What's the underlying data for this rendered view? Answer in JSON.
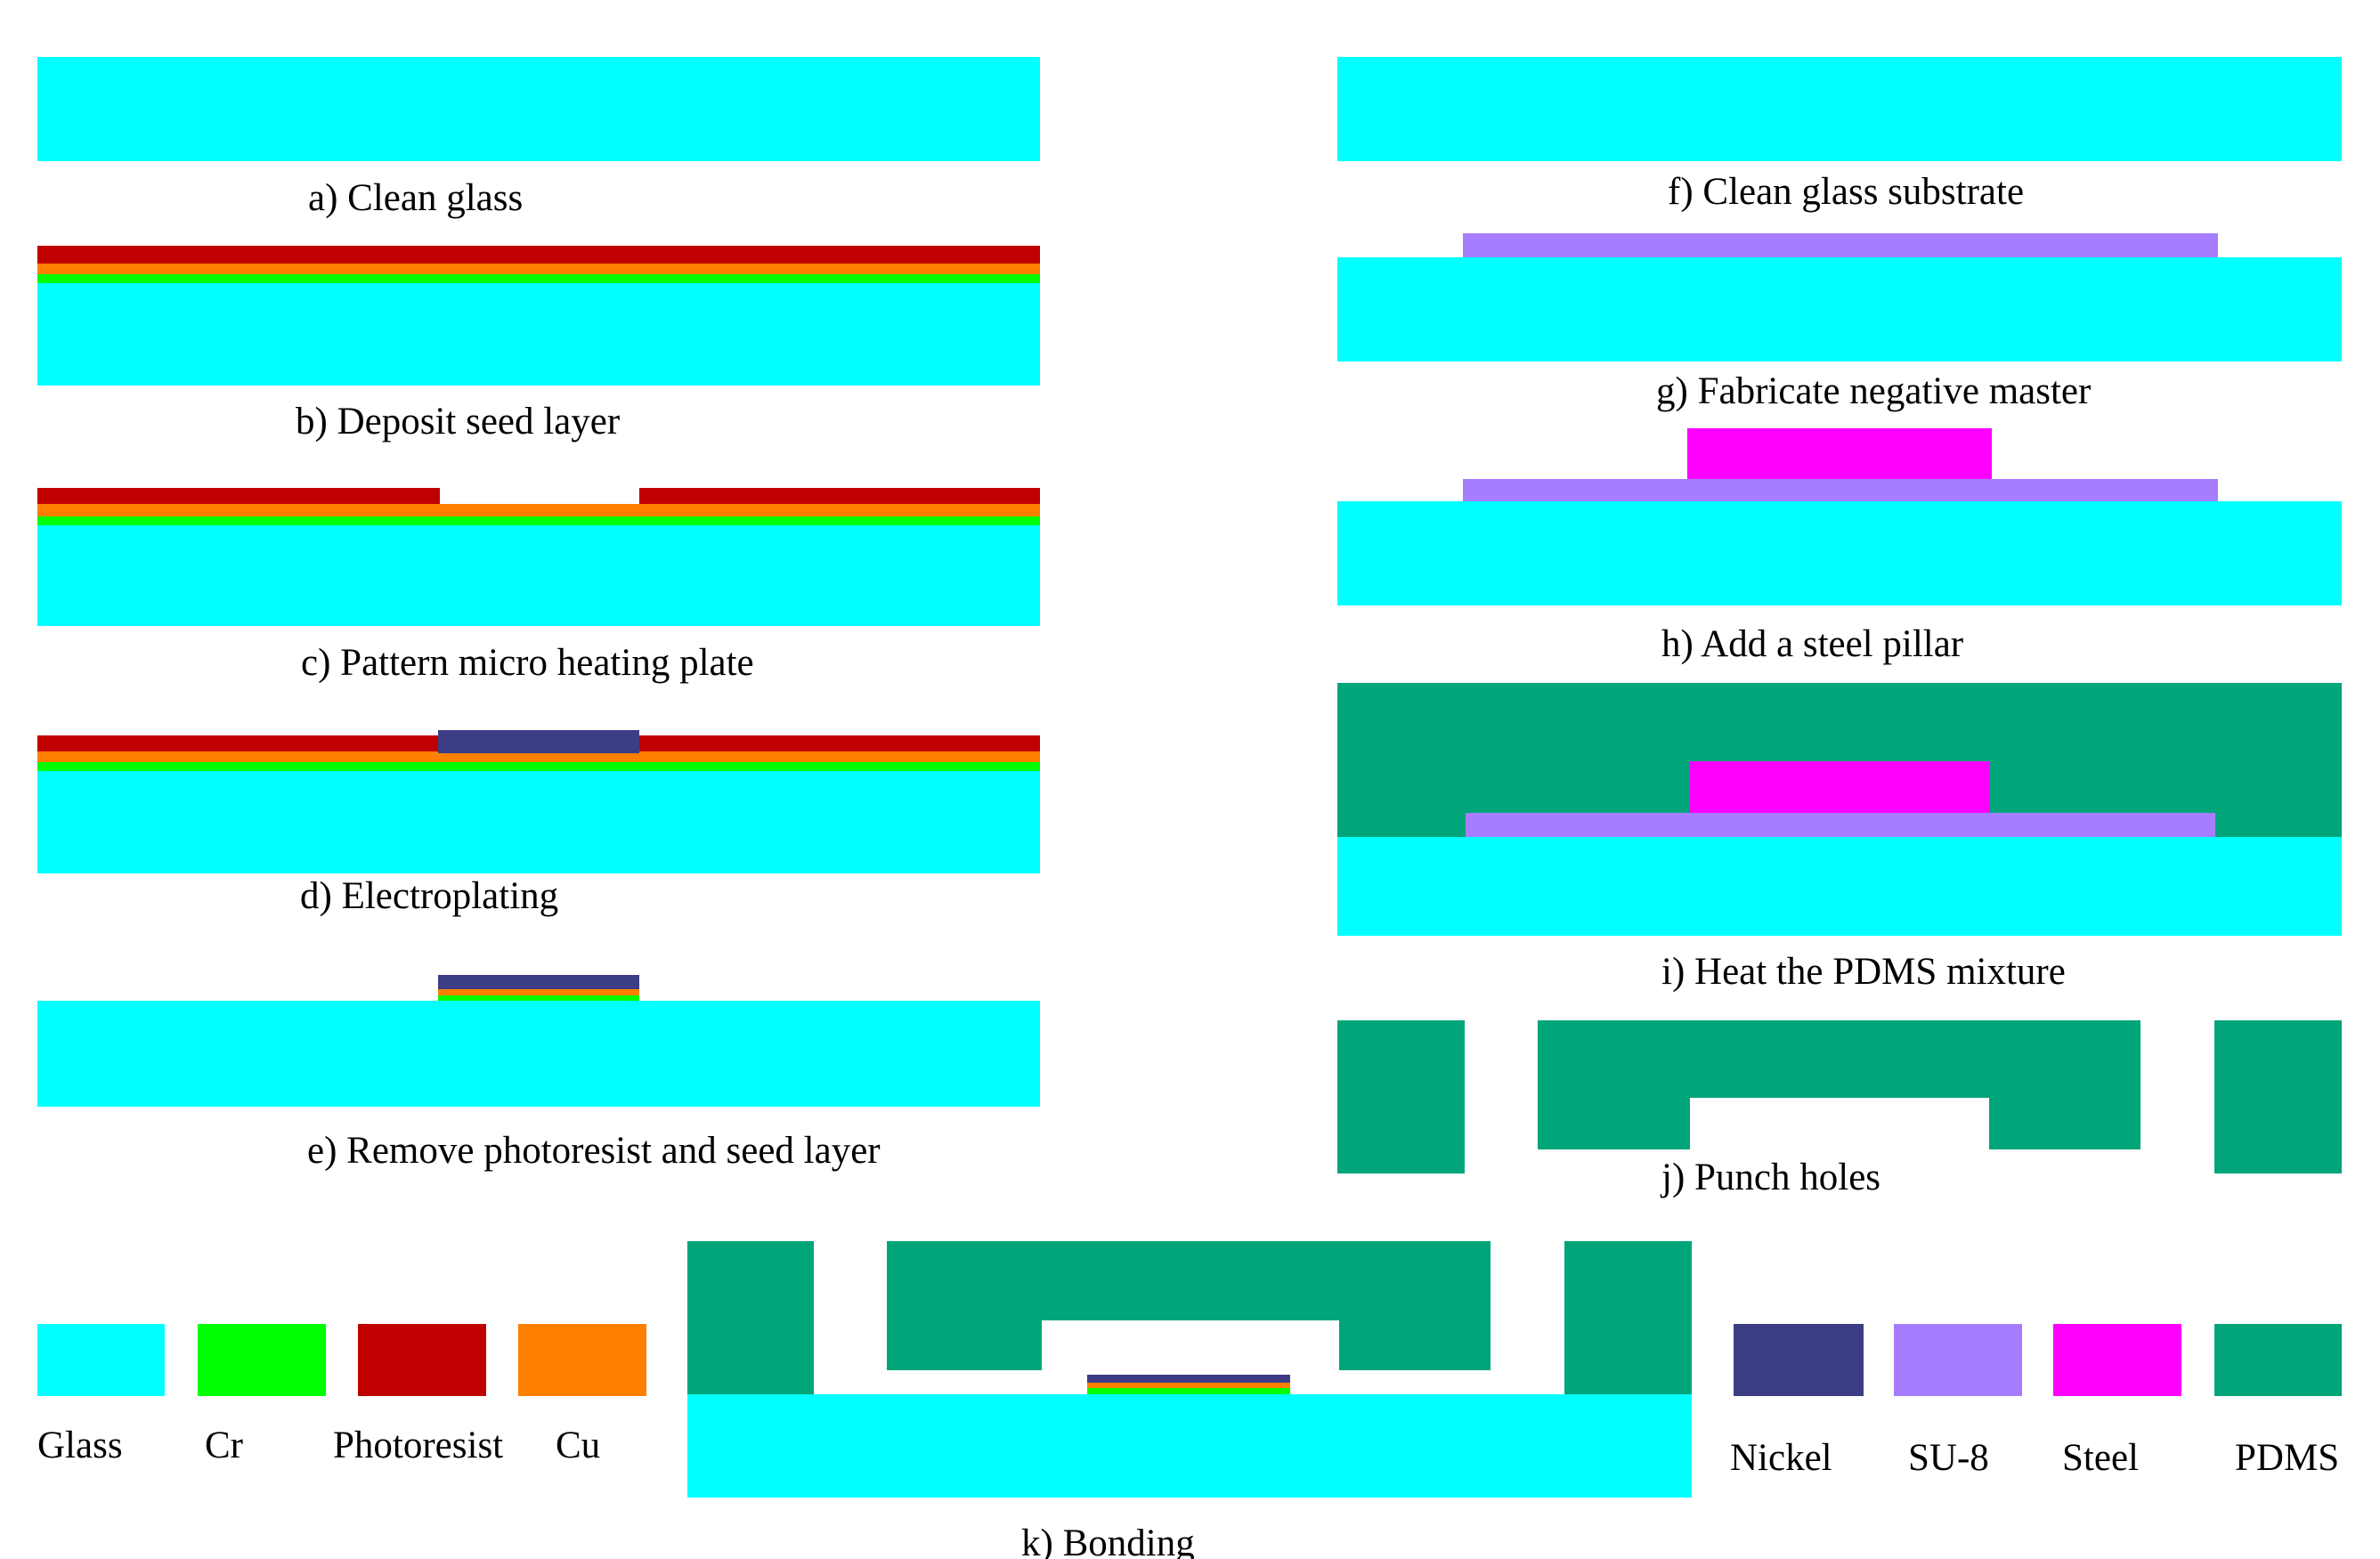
{
  "colors": {
    "glass": "#00FFFF",
    "cr": "#00FF00",
    "photoresist": "#C00000",
    "cu": "#FF8000",
    "nickel": "#3D3D86",
    "su8": "#A67DFF",
    "steel": "#FF00FF",
    "pdms": "#00A57A"
  },
  "steps": {
    "a": "a) Clean glass",
    "b": "b) Deposit seed layer",
    "c": "c) Pattern micro heating plate",
    "d": "d) Electroplating",
    "e": "e) Remove photoresist and seed layer",
    "f": "f) Clean glass substrate",
    "g": "g) Fabricate negative master",
    "h": "h) Add a steel pillar",
    "i": "i) Heat the PDMS mixture",
    "j": "j) Punch holes",
    "k": "k) Bonding"
  },
  "legend": {
    "glass": "Glass",
    "cr": "Cr",
    "photoresist": "Photoresist",
    "cu": "Cu",
    "nickel": "Nickel",
    "su8": "SU-8",
    "steel": "Steel",
    "pdms": "PDMS"
  }
}
